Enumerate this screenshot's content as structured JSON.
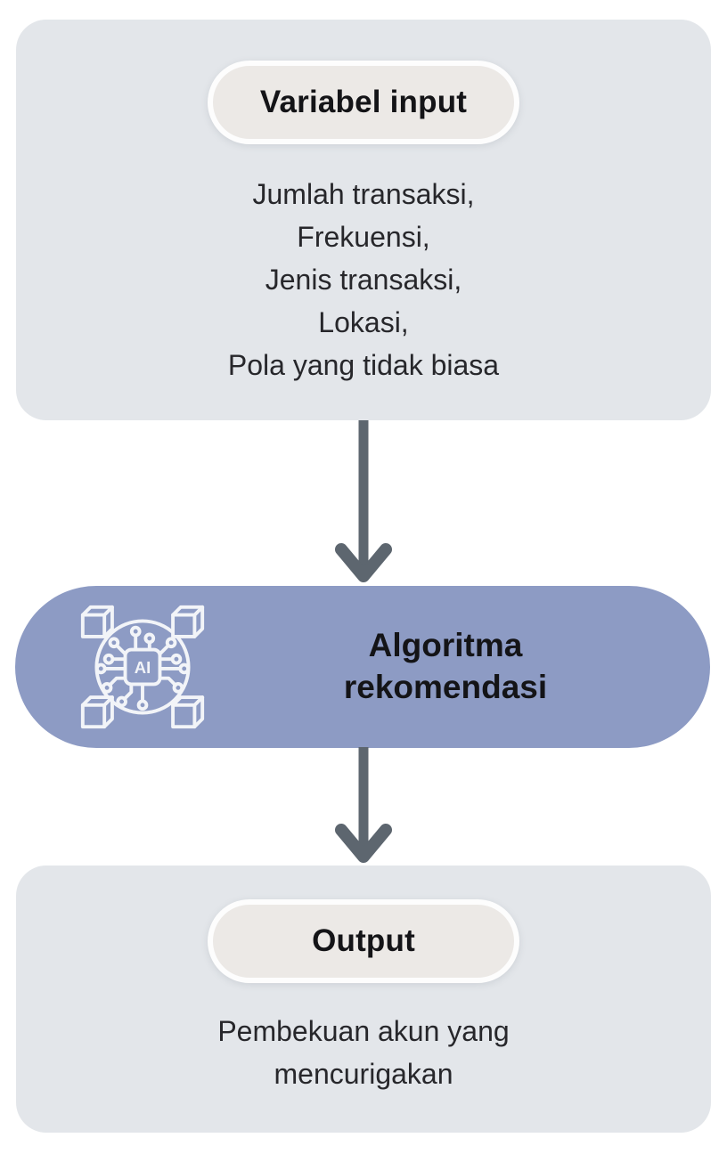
{
  "diagram": {
    "input": {
      "title": "Variabel input",
      "items": [
        "Jumlah transaksi,",
        "Frekuensi,",
        "Jenis transaksi,",
        "Lokasi,",
        "Pola yang tidak biasa"
      ]
    },
    "algorithm": {
      "title": "Algoritma rekomendasi",
      "icon": "ai-chip-icon"
    },
    "output": {
      "title": "Output",
      "description": "Pembekuan akun yang mencurigakan"
    },
    "colors": {
      "panel_bg": "#e3e6ea",
      "badge_bg": "#ece9e6",
      "badge_border": "#fdfdfd",
      "algorithm_pill_bg": "#8d9bc4",
      "arrow": "#5d666f",
      "icon_stroke": "#f2f4f8",
      "text": "#1b1b1e"
    }
  }
}
